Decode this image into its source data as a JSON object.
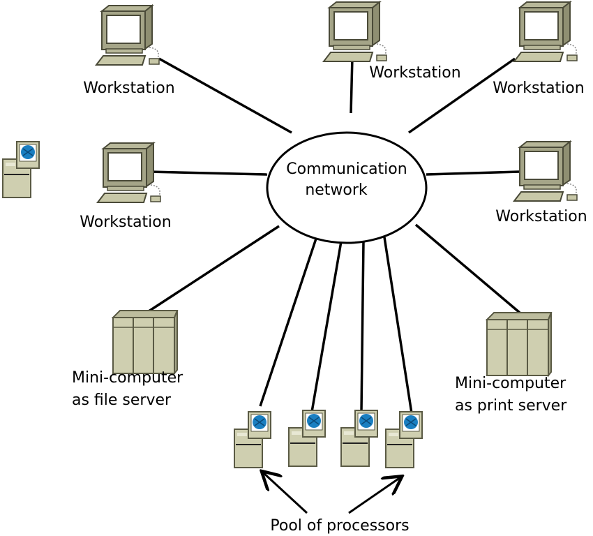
{
  "network": {
    "label_line1": "Communication",
    "label_line2": "network"
  },
  "workstations": [
    {
      "label": "Workstation"
    },
    {
      "label": "Workstation"
    },
    {
      "label": "Workstation"
    },
    {
      "label": "Workstation"
    },
    {
      "label": "Workstation"
    }
  ],
  "file_server": {
    "line1": "Mini-computer",
    "line2": "as file server"
  },
  "print_server": {
    "line1": "Mini-computer",
    "line2": "as print server"
  },
  "pool": {
    "label": "Pool of processors"
  },
  "colors": {
    "device_body": "#cfcfb0",
    "device_outline": "#5a5a44",
    "processor_globe": "#1a7fc1",
    "lines": "#000000"
  }
}
